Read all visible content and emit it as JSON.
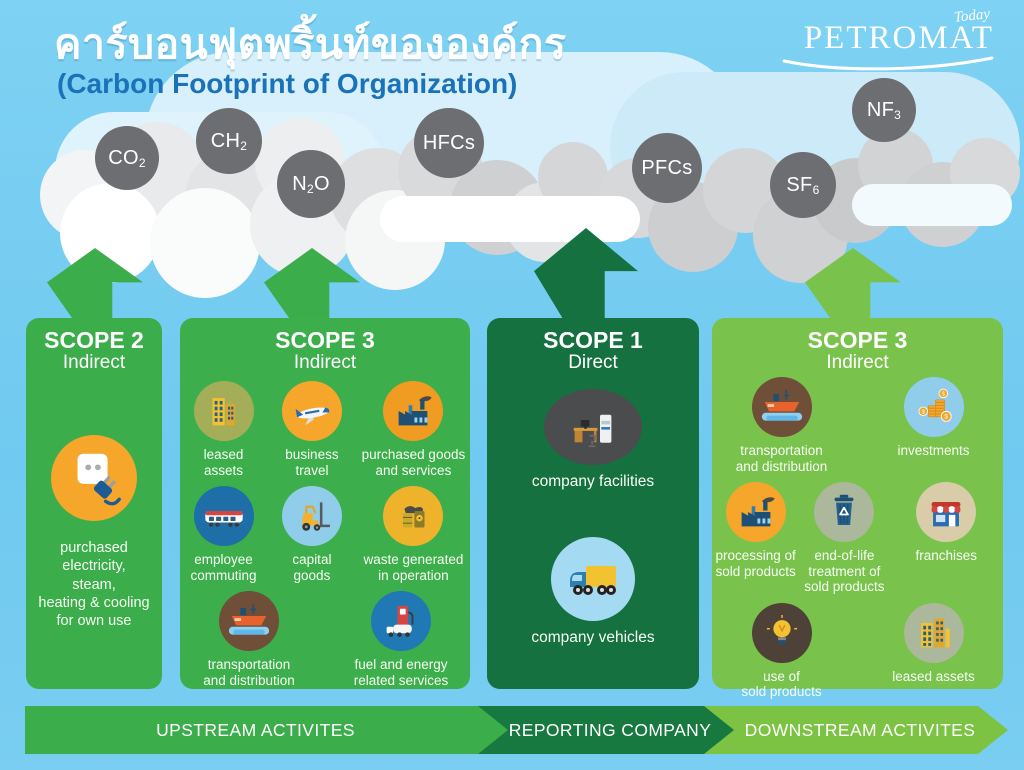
{
  "header": {
    "title_th": "คาร์บอนฟุตพริ้นท์ขององค์กร",
    "title_en": "(Carbon Footprint of Organization)",
    "logo_name": "PETROMAT",
    "logo_tagline": "Today"
  },
  "gases": {
    "co2": {
      "pre": "CO",
      "sub": "2",
      "post": ""
    },
    "ch2": {
      "pre": "CH",
      "sub": "2",
      "post": ""
    },
    "n2o": {
      "pre": "N",
      "sub": "2",
      "post": "O"
    },
    "hfcs": {
      "pre": "HFCs",
      "sub": "",
      "post": ""
    },
    "pfcs": {
      "pre": "PFCs",
      "sub": "",
      "post": ""
    },
    "sf6": {
      "pre": "SF",
      "sub": "6",
      "post": ""
    },
    "nf3": {
      "pre": "NF",
      "sub": "3",
      "post": ""
    }
  },
  "scope2": {
    "scope": "SCOPE 2",
    "kind": "Indirect",
    "item": {
      "label": "purchased\nelectricity,\nsteam,\nheating & cooling\nfor own use",
      "icon": "plug-icon"
    }
  },
  "scope3_upstream": {
    "scope": "SCOPE 3",
    "kind": "Indirect",
    "items": [
      {
        "label": "leased\nassets",
        "icon": "building-icon"
      },
      {
        "label": "business\ntravel",
        "icon": "airplane-icon"
      },
      {
        "label": "purchased goods\nand services",
        "icon": "factory-icon"
      },
      {
        "label": "employee\ncommuting",
        "icon": "train-icon"
      },
      {
        "label": "capital\ngoods",
        "icon": "forklift-icon"
      },
      {
        "label": "waste generated\nin operation",
        "icon": "waste-icon"
      },
      {
        "label": "transportation\nand distribution",
        "icon": "ship-icon"
      },
      {
        "label": "fuel and energy\nrelated services",
        "icon": "fuel-pump-icon"
      }
    ]
  },
  "scope1": {
    "scope": "SCOPE 1",
    "kind": "Direct",
    "items": [
      {
        "label": "company facilities",
        "icon": "office-icon"
      },
      {
        "label": "company vehicles",
        "icon": "truck-icon"
      }
    ]
  },
  "scope3_downstream": {
    "scope": "SCOPE 3",
    "kind": "Indirect",
    "items": [
      {
        "label": "transportation\nand distribution",
        "icon": "ship-icon"
      },
      {
        "label": "investments",
        "icon": "coins-icon"
      },
      {
        "label": "processing of\nsold products",
        "icon": "factory-icon"
      },
      {
        "label": "end-of-life\ntreatment of\nsold products",
        "icon": "recycle-bin-icon"
      },
      {
        "label": "franchises",
        "icon": "storefront-icon"
      },
      {
        "label": "use of\nsold products",
        "icon": "lightbulb-icon"
      },
      {
        "label": "leased assets",
        "icon": "buildings-icon"
      }
    ]
  },
  "footer": {
    "upstream": "UPSTREAM ACTIVITES",
    "reporting": "REPORTING COMPANY",
    "downstream": "DOWNSTREAM ACTIVITES"
  },
  "colors": {
    "sky": "#74CBF0",
    "gas_circle": "#6D6E71",
    "subtitle_blue": "#1A72B8",
    "scope2_green": "#3BAD4A",
    "scope3_upstream_green": "#3CAE4B",
    "scope1_green": "#15713F",
    "scope3_downstream_green": "#79C24C",
    "footer_upstream": "#3BAD4A",
    "footer_reporting": "#17793F",
    "footer_downstream": "#7CC243"
  }
}
